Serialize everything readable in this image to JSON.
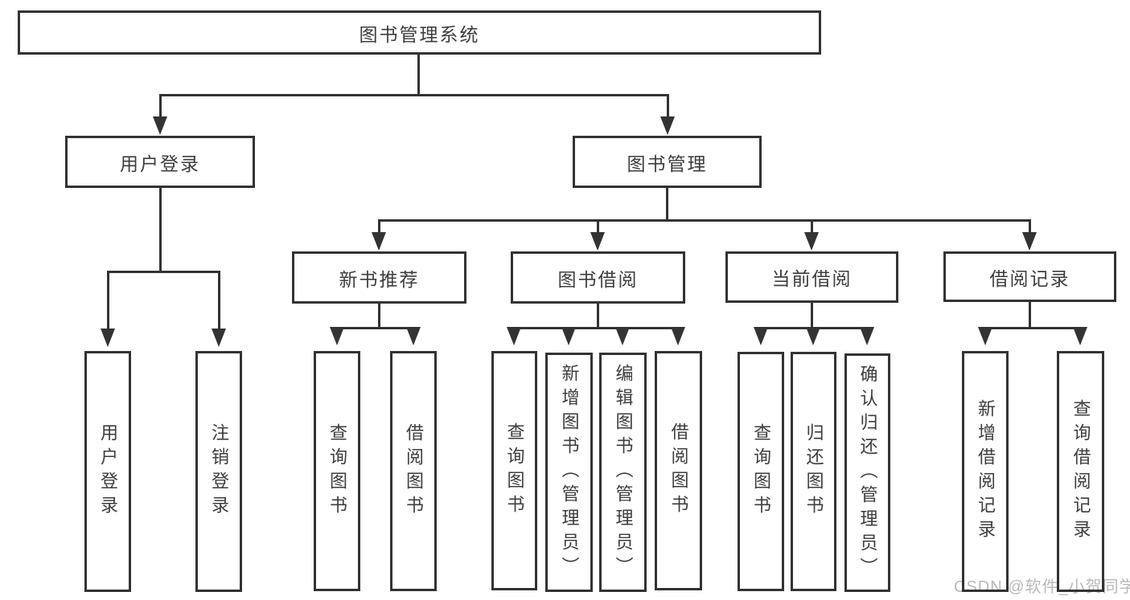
{
  "diagram": {
    "root_label": "图书管理系统",
    "branches": [
      {
        "label": "用户登录",
        "children": [
          {
            "label": "用户登录"
          },
          {
            "label": "注销登录"
          }
        ]
      },
      {
        "label": "图书管理",
        "children": [
          {
            "label": "新书推荐",
            "children": [
              {
                "label": "查询图书"
              },
              {
                "label": "借阅图书"
              }
            ]
          },
          {
            "label": "图书借阅",
            "children": [
              {
                "label": "查询图书"
              },
              {
                "label": "新增图书（管理员）"
              },
              {
                "label": "编辑图书（管理员）"
              },
              {
                "label": "借阅图书"
              }
            ]
          },
          {
            "label": "当前借阅",
            "children": [
              {
                "label": "查询图书"
              },
              {
                "label": "归还图书"
              },
              {
                "label": "确认归还（管理员）"
              }
            ]
          },
          {
            "label": "借阅记录",
            "children": [
              {
                "label": "新增借阅记录"
              },
              {
                "label": "查询借阅记录"
              }
            ]
          }
        ]
      }
    ],
    "watermark": "CSDN @软件_小贺同学",
    "colors": {
      "line": "#333333",
      "text": "#3d3d3d",
      "background": "#ffffff",
      "watermark": "#b9b9b9"
    }
  }
}
